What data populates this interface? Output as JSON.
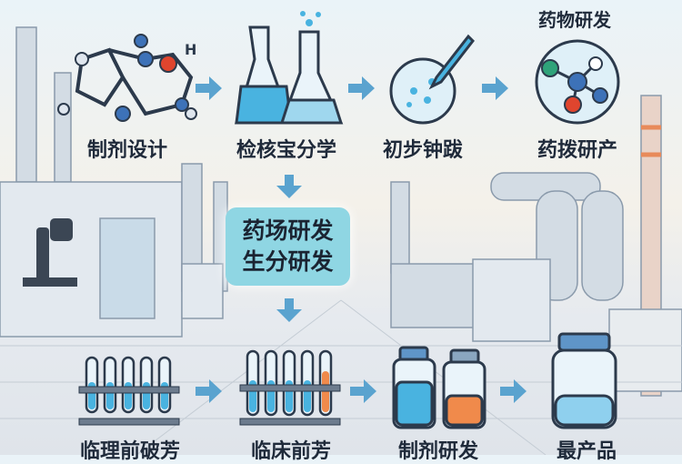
{
  "title": "药物研发",
  "top_row": [
    {
      "label": "制剂设计",
      "icon": "molecule-structure-icon"
    },
    {
      "label": "检核宝分学",
      "icon": "flasks-icon"
    },
    {
      "label": "初步钟跋",
      "icon": "petri-dish-dropper-icon"
    },
    {
      "label": "药拨研产",
      "icon": "molecule-sphere-icon"
    }
  ],
  "center_box": {
    "line1": "药场研发",
    "line2": "生分研发"
  },
  "bottom_row": [
    {
      "label": "临理前破芳",
      "icon": "test-tube-rack-icon"
    },
    {
      "label": "临床前芳",
      "icon": "test-tube-rack-icon"
    },
    {
      "label": "制剂研发",
      "icon": "medicine-bottles-icon"
    },
    {
      "label": "最产品",
      "icon": "medicine-jar-icon"
    }
  ],
  "colors": {
    "arrow": "#5aa3cf",
    "liquid": "#49b3e0",
    "center_box": "#8fd6e3",
    "orange_liquid": "#f08a4b"
  }
}
